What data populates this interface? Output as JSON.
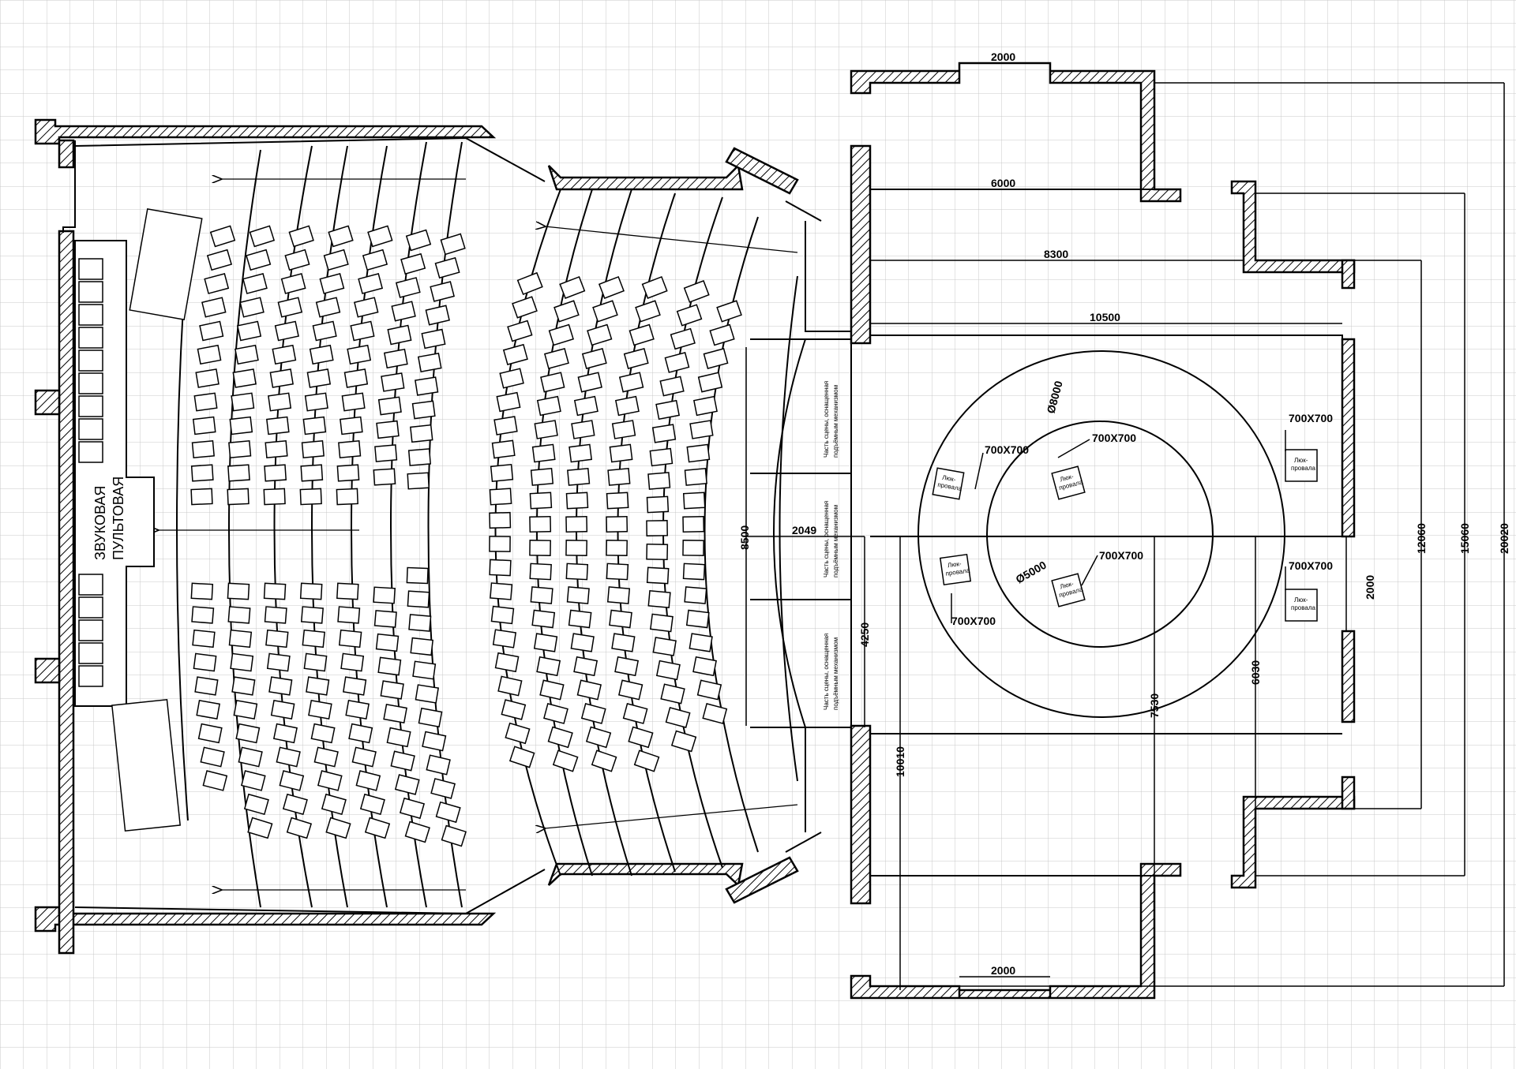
{
  "console": {
    "line1": "ЗВУКОВАЯ",
    "line2": "ПУЛЬТОВАЯ"
  },
  "stage": {
    "mech_line1": "Часть сцены, оснащенная",
    "mech_line2": "подъёмным механизмом"
  },
  "trap": {
    "line1": "Люк-",
    "line2": "провала",
    "size": "700X700"
  },
  "circles": {
    "outer": "Ø8000",
    "inner": "Ø5000"
  },
  "dims": {
    "top_opening": "2000",
    "bottom_opening": "2000",
    "w6000": "6000",
    "w8300": "8300",
    "w10500": "10500",
    "w2049": "2049",
    "h8500": "8500",
    "h4250": "4250",
    "h10010": "10010",
    "h7530": "7530",
    "h6030": "6030",
    "h2000_right": "2000",
    "h12060": "12060",
    "h15060": "15060",
    "h20020": "20020"
  }
}
